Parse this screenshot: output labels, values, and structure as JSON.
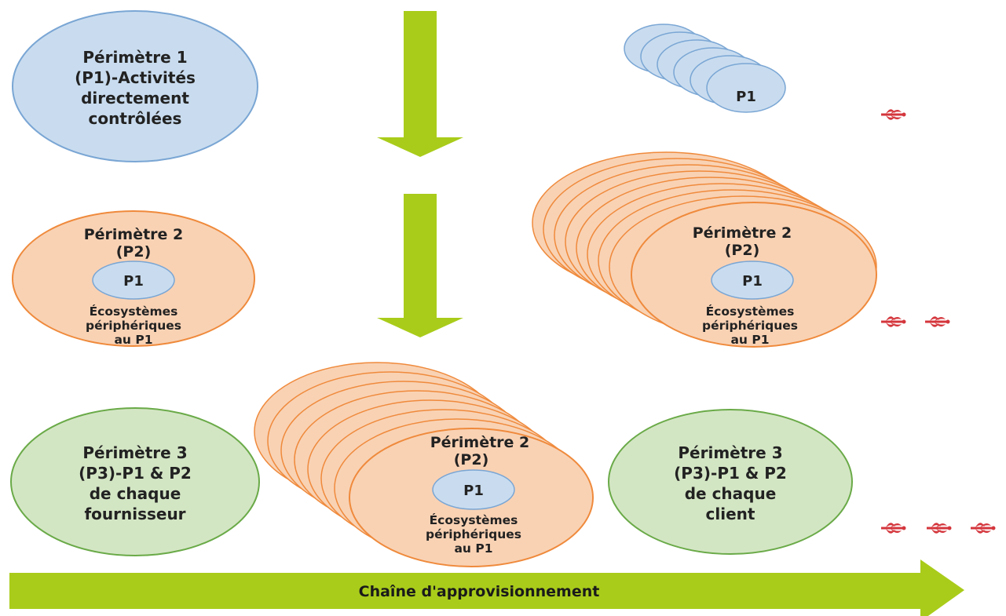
{
  "colors": {
    "p1_fill": "#c9dcef",
    "p1_stroke": "#7aa6d4",
    "p2_fill": "#f9d2b4",
    "p2_stroke": "#ef8a3c",
    "p3_fill": "#d3e6c4",
    "p3_stroke": "#6aaa48",
    "arrow": "#a9cc1a",
    "bug": "#d4363c"
  },
  "row1": {
    "circle": [
      "Périmètre 1",
      "(P1)-Activités",
      "directement",
      "contrôlées"
    ],
    "stack_label": "P1"
  },
  "row2": {
    "left": {
      "title1": "Périmètre 2",
      "title2": "(P2)",
      "p1": "P1",
      "eco": [
        "Écosystèmes",
        "périphériques",
        "au P1"
      ]
    },
    "right": {
      "title1": "Périmètre 2",
      "title2": "(P2)",
      "p1": "P1",
      "eco": [
        "Écosystèmes",
        "périphériques",
        "au P1"
      ]
    }
  },
  "row3": {
    "left_circle": [
      "Périmètre 3",
      "(P3)-P1 & P2",
      "de chaque",
      "fournisseur"
    ],
    "center": {
      "title1": "Périmètre 2",
      "title2": "(P2)",
      "p1": "P1",
      "eco": [
        "Écosystèmes",
        "périphériques",
        "au P1"
      ]
    },
    "right_circle": [
      "Périmètre 3",
      "(P3)-P1 & P2",
      "de chaque",
      "client"
    ]
  },
  "bottom_arrow": {
    "label": "Chaîne d'approvisionnement"
  },
  "icons": {
    "insect": "dragonfly-icon"
  }
}
